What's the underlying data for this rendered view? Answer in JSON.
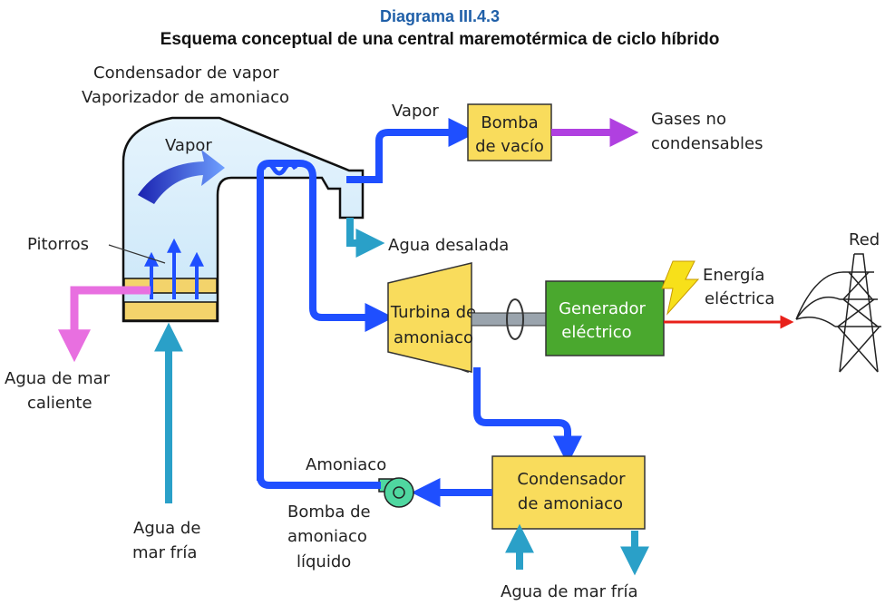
{
  "header": {
    "number": "Diagrama III.4.3",
    "title": "Esquema conceptual de una central maremotérmica de ciclo híbrido"
  },
  "labels": {
    "condensador_vapor": "Condensador de vapor",
    "vaporizador_amoniaco": "Vaporizador de amoniaco",
    "vapor_in_chamber": "Vapor",
    "vapor_pipe": "Vapor",
    "pitorros": "Pitorros",
    "agua_mar_caliente_1": "Agua de mar",
    "agua_mar_caliente_2": "caliente",
    "agua_mar_fria_left_1": "Agua de",
    "agua_mar_fria_left_2": "mar fría",
    "agua_desalada": "Agua desalada",
    "gases_1": "Gases no",
    "gases_2": "condensables",
    "energia_1": "Energía",
    "energia_2": "eléctrica",
    "red": "Red",
    "amoniaco_pipe": "Amoniaco",
    "bomba_liquido_1": "Bomba de",
    "bomba_liquido_2": "amoniaco",
    "bomba_liquido_3": "líquido",
    "agua_mar_fria_bottom": "Agua de mar fría"
  },
  "boxes": {
    "bomba_vacio": [
      "Bomba",
      "de vacío"
    ],
    "turbina": [
      "Turbina de",
      "amoniaco"
    ],
    "generador": [
      "Generador",
      "eléctrico"
    ],
    "condensador_amoniaco": [
      "Condensador",
      "de amoniaco"
    ]
  },
  "colors": {
    "title": "#1f5fa8",
    "vapor_pipe": "#1f4fff",
    "cold_water": "#2aa0c8",
    "warm_water": "#e86fe0",
    "gas": "#b040e0",
    "electric": "#e8201a",
    "box_yellow": "#f9dc5c",
    "box_green": "#4aa82e",
    "chamber": "#d6eefb"
  }
}
